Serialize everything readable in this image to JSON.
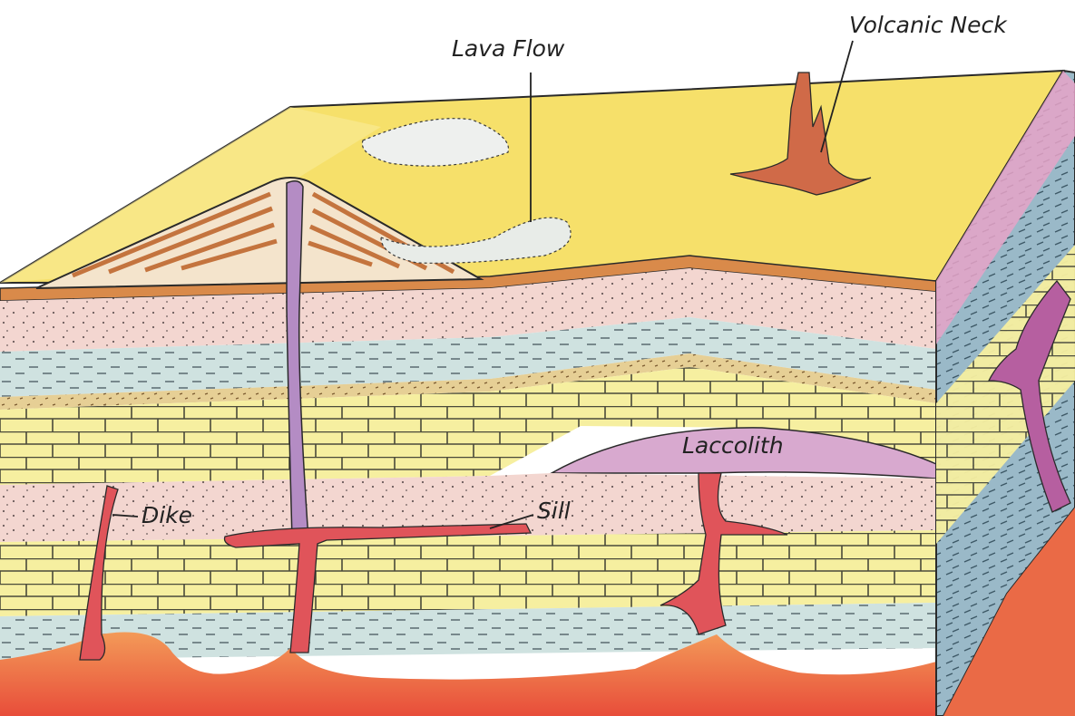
{
  "labels": {
    "lava_flow": "Lava Flow",
    "volcanic_neck": "Volcanic Neck",
    "laccolith": "Laccolith",
    "dike": "Dike",
    "sill": "Sill"
  },
  "colors": {
    "surface": "#f6e06a",
    "soil_band": "#d98a4a",
    "pink_sandstone": "#f3d6d0",
    "blue_shale": "#cfe2e0",
    "tan_layer": "#e6cf95",
    "limestone": "#f6efa0",
    "brick_line": "#4a4a3a",
    "magma_dark": "#e8503a",
    "magma_light": "#f6a05c",
    "intrusion": "#e0545a",
    "laccolith": "#d8a9cf",
    "side_pink": "#e6a3c8",
    "side_blue": "#9ab9c8",
    "outline": "#2a2a2a"
  }
}
